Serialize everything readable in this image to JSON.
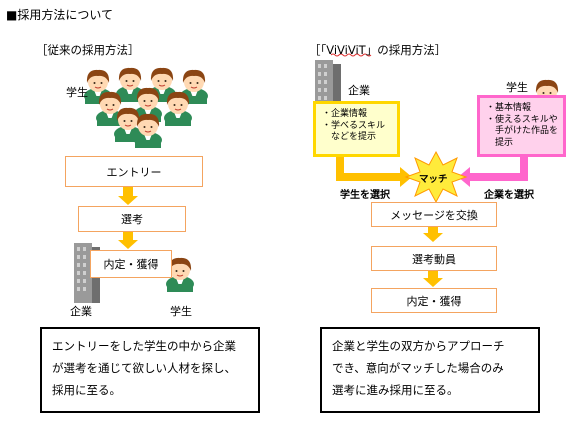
{
  "heading": "■採用方法について",
  "left": {
    "title": "［従来の採用方法］",
    "students_label": "学生",
    "steps": [
      "エントリー",
      "選考",
      "内定・獲得"
    ],
    "company_label": "企業",
    "student_label": "学生",
    "description": [
      "エントリーをした学生の中から企業",
      "が選考を通じて欲しい人材を探し、",
      "採用に至る。"
    ]
  },
  "right": {
    "title_prefix": "［「",
    "title_brand": "ViViViT",
    "title_suffix": "」の採用方法］",
    "company_label": "企業",
    "student_label": "学生",
    "company_info": [
      "・企業情報",
      "・学べるスキル",
      "　などを提示"
    ],
    "student_info": [
      "・基本情報",
      "・使えるスキルや",
      "　手がけた作品を",
      "　提示"
    ],
    "match_label": "マッチ",
    "company_select": "学生を選択",
    "student_select": "企業を選択",
    "steps": [
      "メッセージを交換",
      "選考動員",
      "内定・獲得"
    ],
    "description": [
      "企業と学生の双方からアプローチ",
      "でき、意向がマッチした場合のみ",
      "選考に進み採用に至る。"
    ]
  },
  "colors": {
    "step_border": "#f4a460",
    "arrow": "#ffc000",
    "company_box_fill": "#ffffcc",
    "company_box_border": "#ffd700",
    "student_box_fill": "#ffd1ec",
    "student_box_border": "#ff66cc",
    "burst": "#ffeb3b",
    "hair": "#8b4513",
    "shirt": "#2e8b57"
  },
  "icons": [
    "student-person-icon",
    "company-building-icon",
    "match-burst-icon",
    "flow-arrow-icon"
  ]
}
